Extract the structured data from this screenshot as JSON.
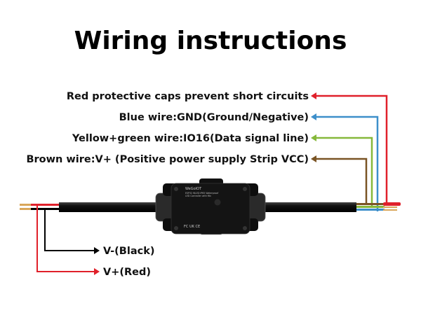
{
  "title": "Wiring instructions",
  "labels": {
    "red_caps": "Red protective caps prevent short circuits",
    "blue": "Blue wire:GND(Ground/Negative)",
    "yellow_green": "Yellow+green wire:IO16(Data signal line)",
    "brown": "Brown wire:V+ (Positive power supply Strip VCC)",
    "v_minus": "V-(Black)",
    "v_plus": "V+(Red)"
  },
  "device": {
    "brand": "WeGoIOT",
    "name_line1": "ESP32 WLED IP65 Waterproof",
    "name_line2": "LED Controller with Mic",
    "certs": "FC UK CE"
  },
  "colors": {
    "red": "#e0202a",
    "blue": "#3d8fca",
    "green": "#86b83a",
    "brown": "#7a5424",
    "black": "#000000",
    "cable": "#1a1a1a"
  }
}
